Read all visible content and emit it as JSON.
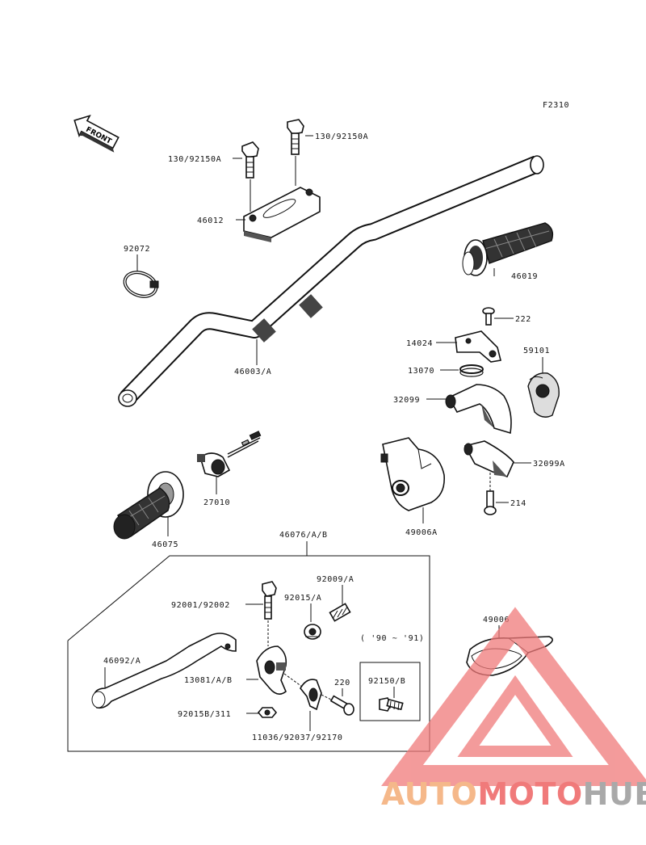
{
  "figure_code": "F2310",
  "front_label": "FRONT",
  "labels": {
    "bolt_right": "130/92150A",
    "bolt_left": "130/92150A",
    "clamp": "46012",
    "band": "92072",
    "handlebar": "46003/A",
    "throttle_grip": "46019",
    "screw_222": "222",
    "plate_14024": "14024",
    "part_59101": "59101",
    "ring_13070": "13070",
    "housing_32099": "32099",
    "housing_32099a": "32099A",
    "bolt_214": "214",
    "switch_27010": "27010",
    "grip_left": "46075",
    "cover_49006a": "49006A",
    "lever_assy": "46076/A/B",
    "lever": "46092/A",
    "bolt_92001": "92001/92002",
    "adjuster_92009": "92009/A",
    "nut_92015": "92015/A",
    "holder_13081": "13081/A/B",
    "nut_92015b": "92015B/311",
    "clamp_11036": "11036/92037/92170",
    "screw_220": "220",
    "year_note": "( '90 ~ '91)",
    "bolt_92150b": "92150/B",
    "guard_49006": "49006"
  },
  "watermark": {
    "part1": "AUTO",
    "part2": "MOTO",
    "part3": "HUB",
    "color_orange": "#f5b88a",
    "color_red": "#f07a7a",
    "color_gray": "#a9a9a9"
  }
}
